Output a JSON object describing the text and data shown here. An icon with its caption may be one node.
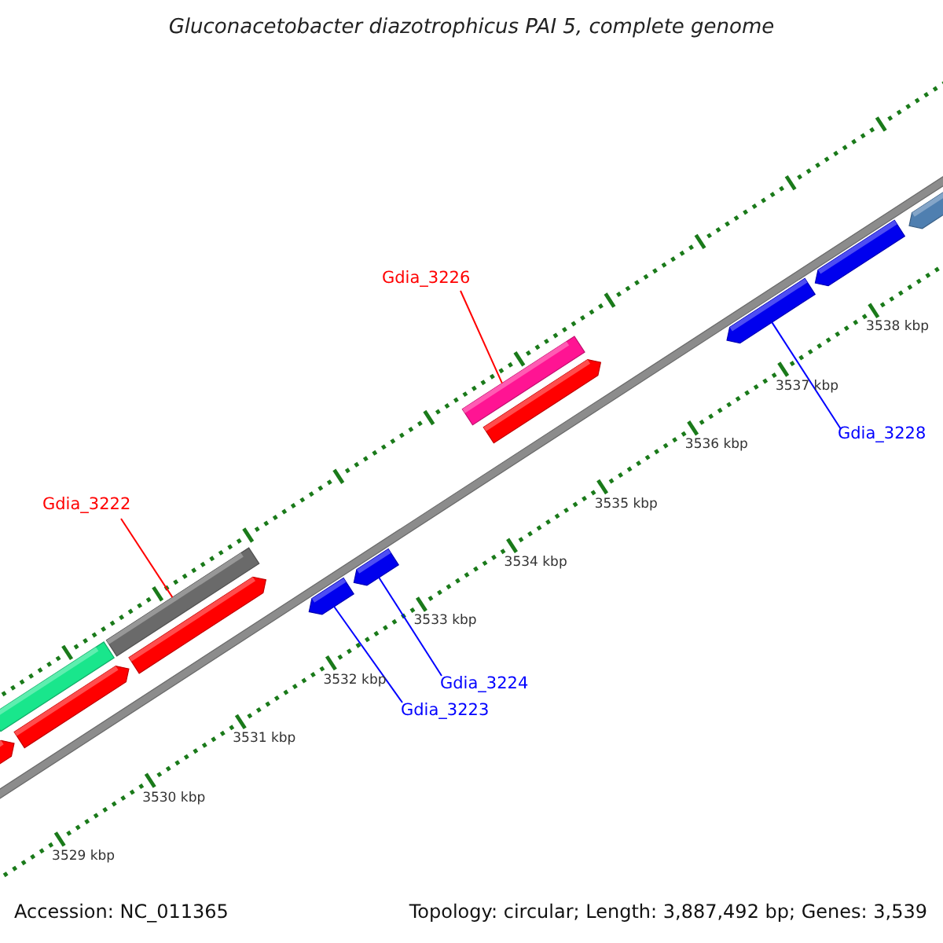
{
  "diagram": {
    "title": "Gluconacetobacter diazotrophicus PAI 5, complete genome",
    "nodes": [
      {
        "text": [
          "Gdia_3226"
        ]
      },
      {
        "text": [
          "Gdia_3228"
        ]
      },
      {
        "text": [
          "Gdia_3222"
        ]
      },
      {
        "text": [
          "Gdia_3224"
        ]
      },
      {
        "text": [
          "Gdia_3223"
        ]
      },
      {
        "text": [],
        "shape": "bar"
      },
      {
        "text": [],
        "shape": "bar"
      },
      {
        "text": [],
        "shape": "bar"
      },
      {
        "text": [],
        "shape": "bar"
      },
      {
        "text": [],
        "shape": "bar"
      },
      {
        "text": [],
        "shape": "bar"
      },
      {
        "text": [],
        "shape": "bar"
      },
      {
        "text": [],
        "shape": "bar"
      },
      {
        "text": [],
        "shape": "bar"
      },
      {
        "text": [],
        "shape": "bar"
      },
      {
        "text": [],
        "shape": "bar"
      },
      {
        "text": [],
        "shape": "bar"
      }
    ],
    "edges": [
      {
        "from": 0,
        "to": 12,
        "arrow": "none",
        "color": "#ff0000"
      },
      {
        "from": 1,
        "to": 14,
        "arrow": "none"
      },
      {
        "from": 2,
        "to": 8,
        "arrow": "none",
        "color": "#ff0000"
      },
      {
        "from": 3,
        "to": 11,
        "arrow": "none"
      },
      {
        "from": 4,
        "to": 10,
        "arrow": "none"
      }
    ],
    "labels": [
      "3538 kbp",
      "3537 kbp",
      "3536 kbp",
      "3535 kbp",
      "3534 kbp",
      "3533 kbp",
      "3532 kbp",
      "3531 kbp",
      "3530 kbp",
      "3529 kbp",
      "Accession: NC_011365",
      "Topology: circular; Length: 3,887,492 bp; Genes: 3,539"
    ]
  }
}
